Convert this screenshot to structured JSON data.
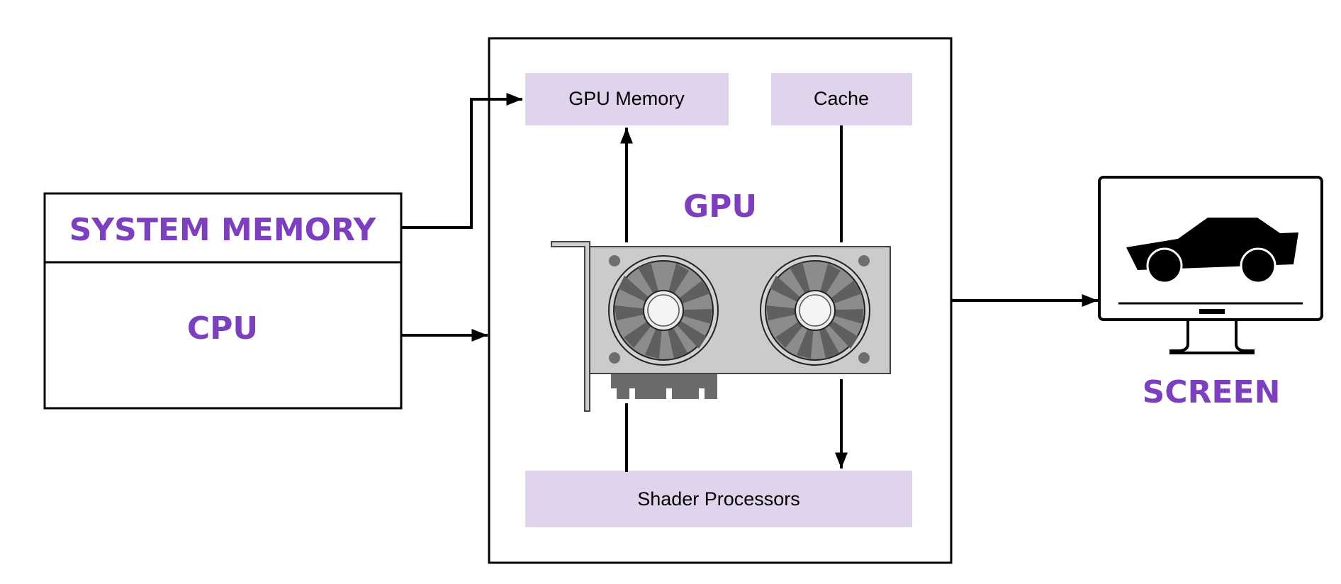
{
  "colors": {
    "accent": "#7b3fbf",
    "component_fill": "#e0d4ec",
    "line": "#000000",
    "card_body": "#cbcbcb",
    "fan": "#7a7a7a",
    "connector": "#6b6b6b"
  },
  "system_memory": {
    "label": "SYSTEM MEMORY"
  },
  "cpu": {
    "label": "CPU"
  },
  "gpu": {
    "label": "GPU",
    "components": {
      "gpu_memory": "GPU Memory",
      "cache": "Cache",
      "shader_processors": "Shader Processors"
    }
  },
  "screen": {
    "label": "SCREEN"
  },
  "icons": [
    "graphics-card-icon",
    "monitor-icon",
    "car-icon"
  ]
}
